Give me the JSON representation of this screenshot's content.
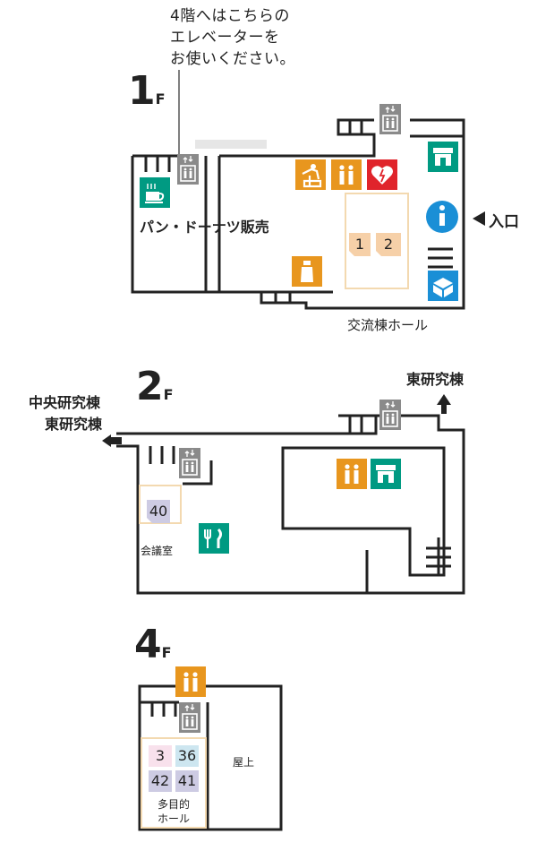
{
  "note": {
    "line1": "4階へはこちらの",
    "line2": "エレベーターを",
    "line3": "お使いください。"
  },
  "floors": [
    {
      "num": "1",
      "unit": "F"
    },
    {
      "num": "2",
      "unit": "F"
    },
    {
      "num": "4",
      "unit": "F"
    }
  ],
  "floor1": {
    "shop_label": "パン・ドーナツ販売",
    "entrance_label": "入口",
    "hall_label": "交流棟ホール",
    "rooms": [
      "1",
      "2"
    ]
  },
  "floor2": {
    "left_dest_1": "中央研究棟",
    "left_dest_2": "東研究棟",
    "top_dest": "東研究棟",
    "room": "40",
    "meeting_label": "会議室"
  },
  "floor4": {
    "rooms": [
      "3",
      "36",
      "42",
      "41"
    ],
    "hall_line1": "多目的",
    "hall_line2": "ホール",
    "rooftop_label": "屋上"
  },
  "colors": {
    "elevator": "#8a8a8a",
    "restroom": "#e8961e",
    "shop": "#009a82",
    "info": "#1a8fd6",
    "aed": "#e0242b",
    "room_orange": "#f6d0a8",
    "room_purple": "#cdcbe3",
    "room_blue": "#cde6f0",
    "room_pink": "#f8e1ec"
  },
  "icons": [
    "elevator-icon",
    "cafe-icon",
    "nursing-icon",
    "restroom-icon",
    "aed-icon",
    "bottle-icon",
    "shop-icon",
    "info-icon",
    "parcel-icon",
    "restaurant-icon"
  ]
}
